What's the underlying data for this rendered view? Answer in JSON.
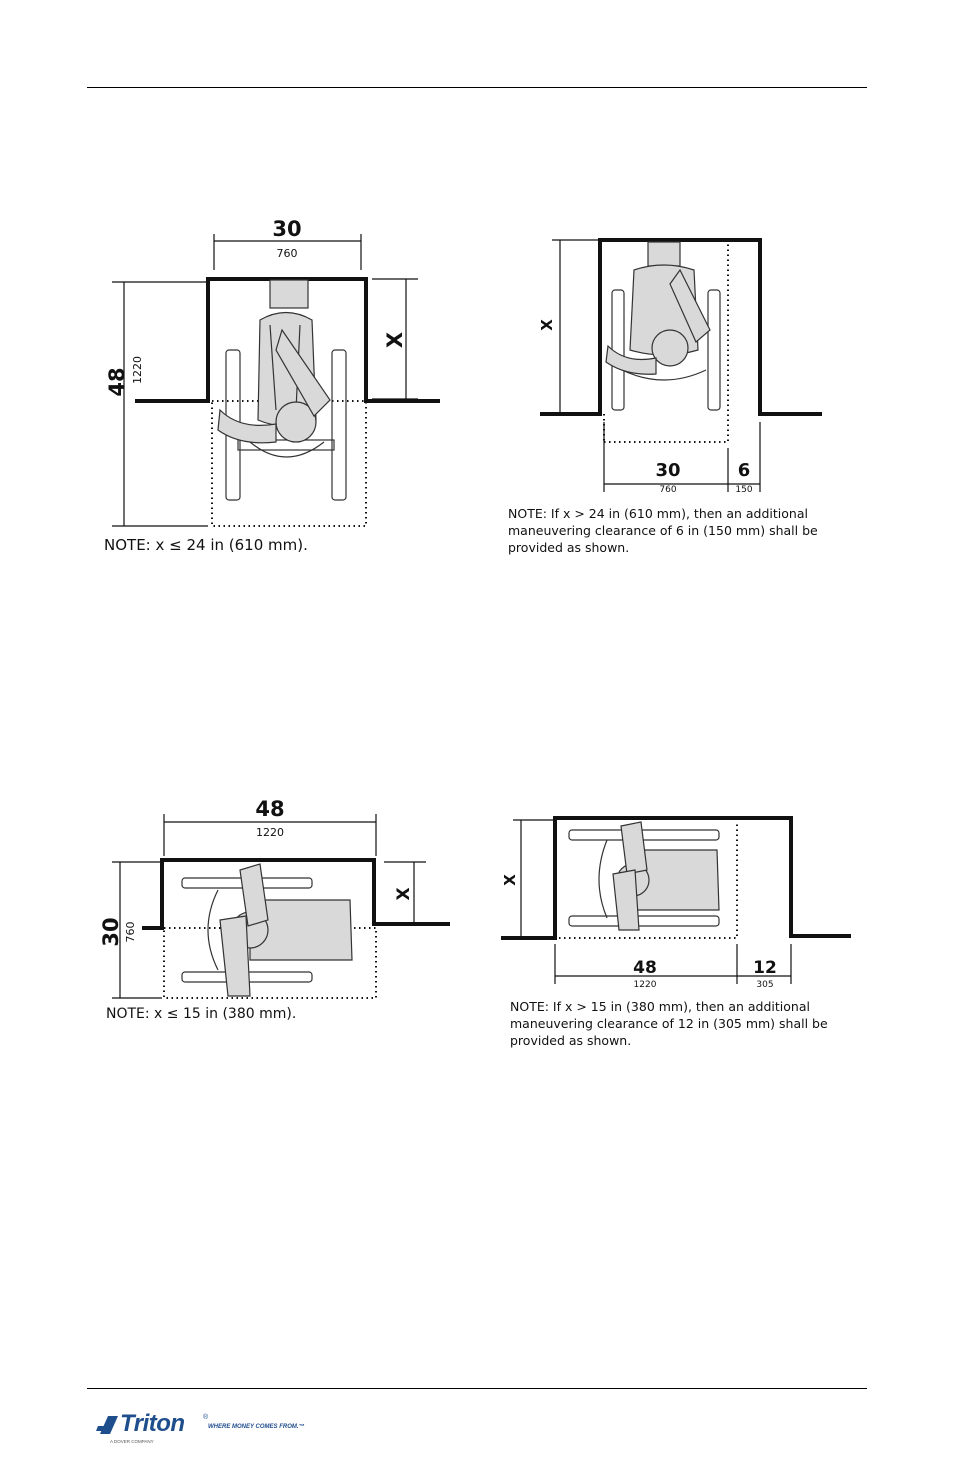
{
  "diagrams": {
    "top_left": {
      "dim_top_in": "30",
      "dim_top_mm": "760",
      "dim_left_in": "48",
      "dim_left_mm": "1220",
      "dim_right_label": "X",
      "note": "NOTE: x ≤ 24 in (610 mm)."
    },
    "top_right": {
      "dim_left_label": "X",
      "dim_bottom_in": "30",
      "dim_bottom_mm": "760",
      "dim_extra_in": "6",
      "dim_extra_mm": "150",
      "note_lines": [
        "NOTE: If x > 24 in (610 mm), then an additional",
        "maneuvering clearance of 6 in (150 mm) shall be",
        "provided as shown."
      ]
    },
    "bottom_left": {
      "dim_top_in": "48",
      "dim_top_mm": "1220",
      "dim_left_in": "30",
      "dim_left_mm": "760",
      "dim_right_label": "X",
      "note": "NOTE: x ≤ 15 in (380 mm)."
    },
    "bottom_right": {
      "dim_left_label": "X",
      "dim_bottom_in": "48",
      "dim_bottom_mm": "1220",
      "dim_extra_in": "12",
      "dim_extra_mm": "305",
      "note_lines": [
        "NOTE: If x > 15 in  (380 mm), then an additional",
        "maneuvering clearance of 12 in (305 mm) shall be",
        "provided as shown."
      ]
    }
  },
  "footer": {
    "brand": "Triton",
    "registered": "®",
    "tagline": "WHERE MONEY COMES FROM.™",
    "sub": "A DOVER COMPANY",
    "brand_color": "#1f4e8c"
  }
}
